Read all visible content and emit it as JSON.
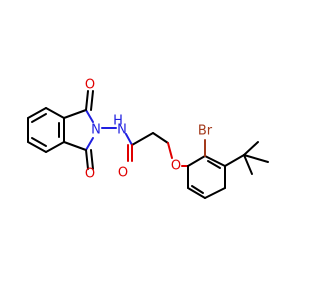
{
  "structure": {
    "atoms": {
      "o_top": {
        "label": "O",
        "color": "#e00000"
      },
      "o_bottom": {
        "label": "O",
        "color": "#e00000"
      },
      "n_imide": {
        "label": "N",
        "color": "#2020e0"
      },
      "nh_amide": {
        "label": "H",
        "color": "#2020e0"
      },
      "n_amide": {
        "label": "N",
        "color": "#2020e0"
      },
      "o_carbonyl": {
        "label": "O",
        "color": "#e00000"
      },
      "o_ether": {
        "label": "O",
        "color": "#e00000"
      },
      "br": {
        "label": "Br",
        "color": "#a33a1c"
      }
    }
  }
}
